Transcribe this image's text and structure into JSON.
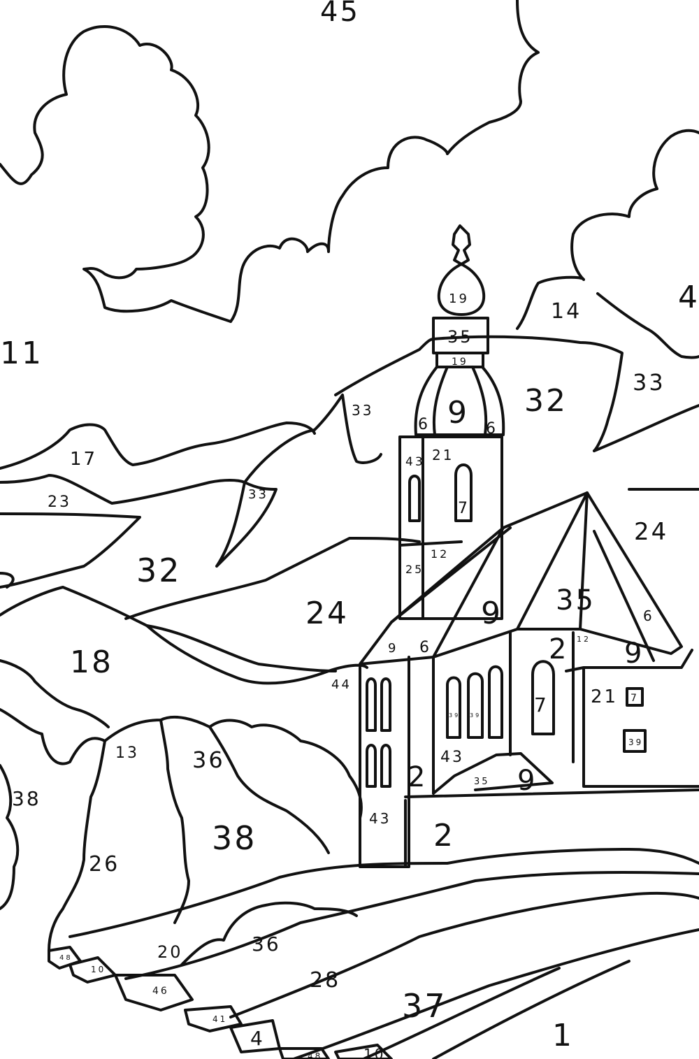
{
  "coloring_page": {
    "numbers": [
      "45",
      "11",
      "4",
      "19",
      "35",
      "19",
      "9",
      "6",
      "6",
      "32",
      "33",
      "14",
      "17",
      "23",
      "33",
      "33",
      "43",
      "21",
      "7",
      "32",
      "24",
      "25",
      "12",
      "24",
      "9",
      "35",
      "6",
      "18",
      "9",
      "6",
      "2",
      "12",
      "9",
      "44",
      "7",
      "21",
      "7",
      "39",
      "39",
      "39",
      "43",
      "13",
      "36",
      "38",
      "38",
      "43",
      "35",
      "9",
      "2",
      "2",
      "26",
      "36",
      "20",
      "48",
      "10",
      "46",
      "28",
      "41",
      "37",
      "4",
      "1",
      "48",
      "10"
    ]
  },
  "colors": {
    "line": "#111111",
    "paper": "#ffffff"
  }
}
